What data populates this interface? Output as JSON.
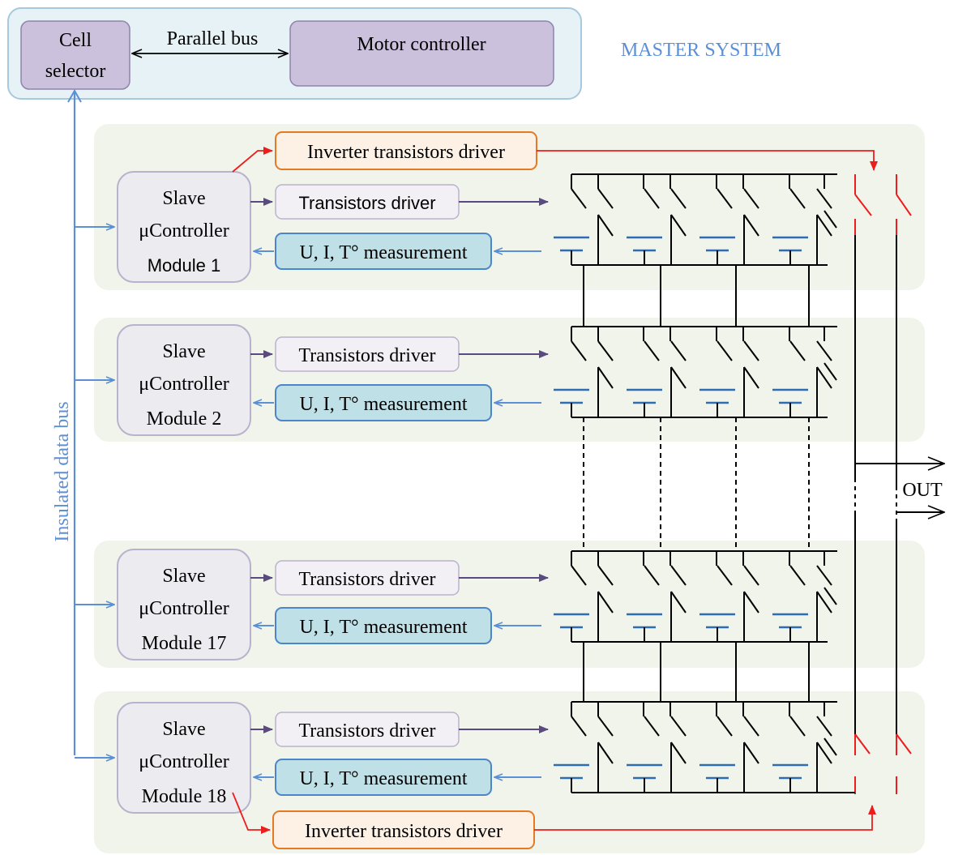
{
  "master": {
    "cell_selector_line1": "Cell",
    "cell_selector_line2": "selector",
    "parallel_bus": "Parallel bus",
    "motor_controller": "Motor controller",
    "system_label": "MASTER SYSTEM"
  },
  "bus_label": "Insulated data bus",
  "out_label": "OUT",
  "modules": [
    {
      "slave_line1": "Slave",
      "slave_line2": "μController",
      "slave_line3": "Module 1",
      "driver": "Transistors driver",
      "measurement": "U, I, T° measurement",
      "inverter": "Inverter transistors driver"
    },
    {
      "slave_line1": "Slave",
      "slave_line2": "μController",
      "slave_line3": "Module 2",
      "driver": "Transistors driver",
      "measurement": "U, I, T° measurement"
    },
    {
      "slave_line1": "Slave",
      "slave_line2": "μController",
      "slave_line3": "Module 17",
      "driver": "Transistors driver",
      "measurement": "U, I, T° measurement"
    },
    {
      "slave_line1": "Slave",
      "slave_line2": "μController",
      "slave_line3": "Module 18",
      "driver": "Transistors driver",
      "measurement": "U, I, T° measurement",
      "inverter": "Inverter transistors driver"
    }
  ],
  "colors": {
    "master_fill": "#e6f2f6",
    "master_border": "#a8c8dc",
    "purple_fill": "#cbc1dc",
    "purple_border": "#8f84aa",
    "module_bg": "#f1f4ea",
    "slave_fill": "#ecebf0",
    "slave_border": "#b9b2cc",
    "driver_fill": "#f2f0f5",
    "measure_fill": "#bfe0e6",
    "measure_border": "#4c86c6",
    "inverter_fill": "#fdf0e4",
    "inverter_border": "#e47b24",
    "blue_line": "#5b8fd6",
    "purple_line": "#5a4a80",
    "red_line": "#ee1d1d",
    "battery": "#2e6db4",
    "label_blue": "#5b8fd6"
  }
}
